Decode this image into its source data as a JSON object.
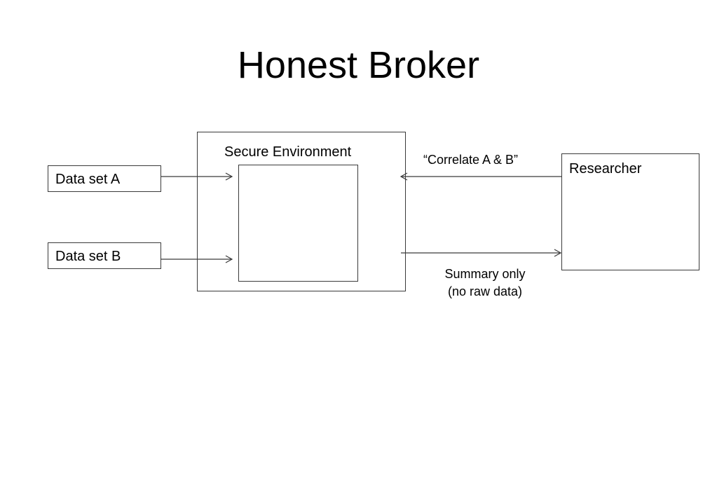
{
  "title": "Honest Broker",
  "boxes": {
    "data_set_a": "Data set A",
    "data_set_b": "Data set B",
    "secure_environment": "Secure Environment",
    "researcher": "Researcher"
  },
  "edge_labels": {
    "request": "“Correlate A & B”",
    "response_line1": "Summary only",
    "response_line2": "(no raw data)"
  },
  "colors": {
    "stroke": "#3a3a3a",
    "text": "#000000",
    "background": "#ffffff"
  }
}
